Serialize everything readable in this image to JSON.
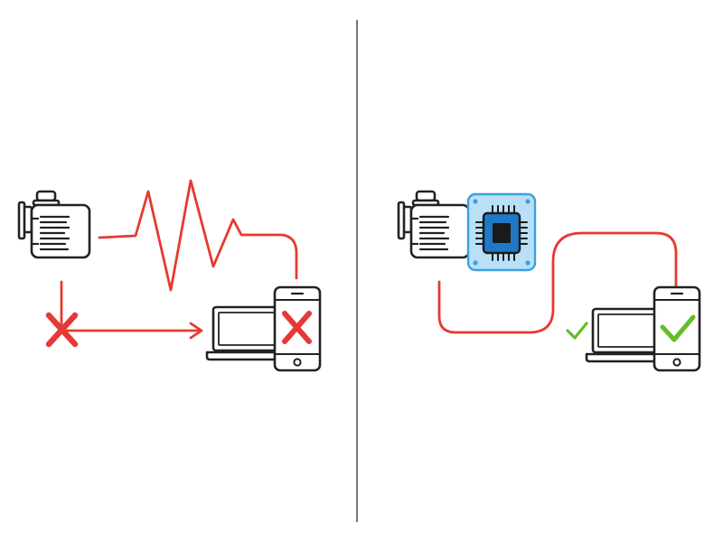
{
  "left_panel": {
    "scenario": "without-edge-module",
    "signal": "noisy",
    "device_status": "rejected",
    "direct_link_status": "blocked"
  },
  "right_panel": {
    "scenario": "with-edge-module",
    "signal": "clean",
    "device_status": "accepted",
    "laptop_status": "accepted"
  },
  "icons": {
    "machine": "motor-icon",
    "module": "chip-icon",
    "laptop": "laptop-icon",
    "phone": "smartphone-icon",
    "fail": "x-mark-icon",
    "ok": "check-mark-icon"
  },
  "colors": {
    "signal": "#e63a2e",
    "fail": "#e53935",
    "ok": "#66bb2a",
    "chip_panel": "#b9e0f7",
    "chip_border": "#3aa0de",
    "chip_core": "#2178c6",
    "outline": "#222222",
    "divider": "#777777"
  }
}
